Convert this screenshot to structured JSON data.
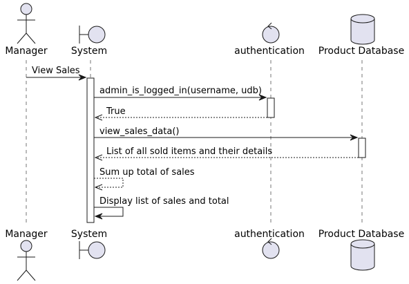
{
  "participants": {
    "manager": {
      "label": "Manager",
      "kind": "actor"
    },
    "system": {
      "label": "System",
      "kind": "boundary"
    },
    "authentication": {
      "label": "authentication",
      "kind": "control"
    },
    "product_db": {
      "label": "Product Database",
      "kind": "database"
    }
  },
  "messages": [
    {
      "from": "manager",
      "to": "system",
      "label": "View Sales",
      "style": "solid"
    },
    {
      "from": "system",
      "to": "authentication",
      "label": "admin_is_logged_in(username, udb)",
      "style": "solid"
    },
    {
      "from": "authentication",
      "to": "system",
      "label": "True",
      "style": "dashed"
    },
    {
      "from": "system",
      "to": "product_db",
      "label": "view_sales_data()",
      "style": "solid"
    },
    {
      "from": "product_db",
      "to": "system",
      "label": "List of all sold items and their details",
      "style": "dashed"
    },
    {
      "from": "system",
      "to": "system",
      "label": "Sum up total of sales",
      "style": "dashed"
    },
    {
      "from": "system",
      "to": "system",
      "label": "Display list of sales and total",
      "style": "solid"
    }
  ],
  "colors": {
    "participant_fill": "#e2e2f0",
    "line": "#181818",
    "activation_fill": "#ffffff",
    "background": "#ffffff"
  }
}
